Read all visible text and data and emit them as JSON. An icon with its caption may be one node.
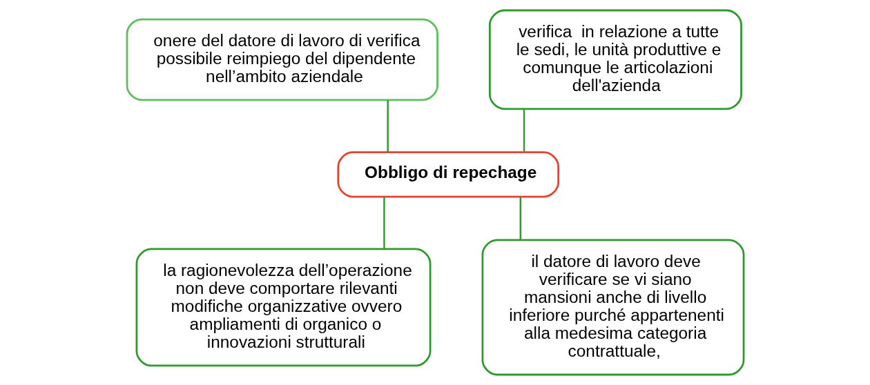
{
  "diagram": {
    "nodes": [
      {
        "text": [
          "Obbligo di repechage"
        ]
      },
      {
        "text": [
          "onere del datore di lavoro di verifica possibile reimpiego del dipendente nell’ambito aziendale"
        ]
      },
      {
        "text": [
          "verifica  in relazione a tutte le sedi, le unità produttive e comunque le articolazioni dell'azienda"
        ]
      },
      {
        "text": [
          "la ragionevolezza dell’operazione non deve comportare rilevanti modifiche organizzative ovvero ampliamenti di organico o innovazioni strutturali"
        ]
      },
      {
        "text": [
          "il datore di lavoro deve verificare se vi siano mansioni anche di livello inferiore purché appartenenti alla medesima categoria contrattuale,"
        ]
      }
    ],
    "edges": [
      {
        "from": 0,
        "to": 1,
        "arrow": "none"
      },
      {
        "from": 0,
        "to": 2,
        "arrow": "none"
      },
      {
        "from": 0,
        "to": 3,
        "arrow": "none"
      },
      {
        "from": 0,
        "to": 4,
        "arrow": "none"
      }
    ]
  }
}
